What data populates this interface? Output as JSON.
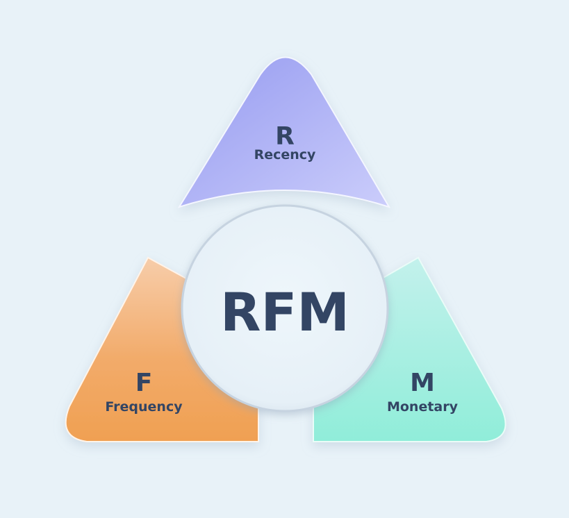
{
  "diagram": {
    "center": {
      "label": "RFM"
    },
    "segments": [
      {
        "letter": "R",
        "label": "Recency",
        "color_start": "#969bf0",
        "color_end": "#cbcdfb"
      },
      {
        "letter": "F",
        "label": "Frequency",
        "color_start": "#f7cdaa",
        "color_end": "#f0a052"
      },
      {
        "letter": "M",
        "label": "Monetary",
        "color_start": "#c3f1ec",
        "color_end": "#90edd9"
      }
    ],
    "colors": {
      "background": "#e8f2f8",
      "text": "#334564",
      "center_fill": "#e9f2f8"
    }
  }
}
